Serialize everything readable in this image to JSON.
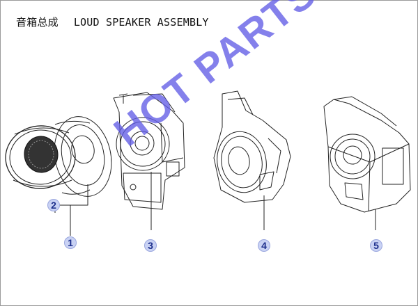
{
  "title": {
    "chinese": "音箱总成",
    "english": "LOUD SPEAKER ASSEMBLY"
  },
  "callouts": [
    "1",
    "2",
    "3",
    "4",
    "5"
  ],
  "watermark": "HOT PARTS",
  "colors": {
    "line": "#222222",
    "callout_fill": "#c9d2f4",
    "callout_text": "#1d2f8c",
    "watermark": "#625ce6"
  }
}
